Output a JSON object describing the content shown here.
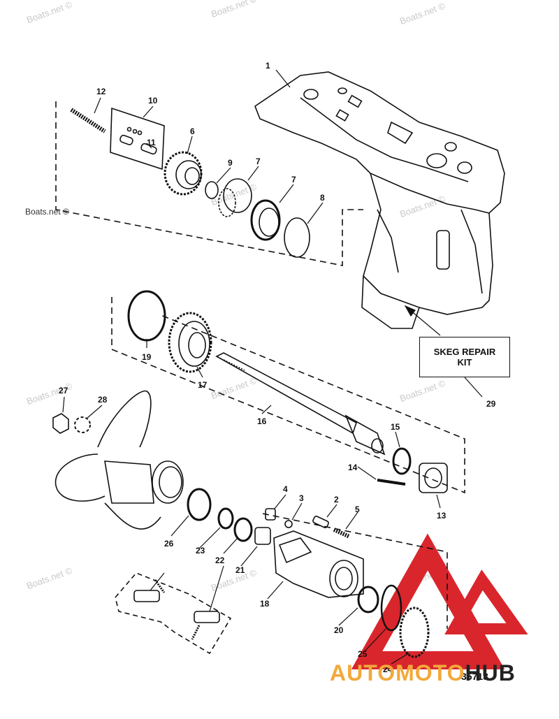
{
  "watermark": "Boats.net ©",
  "figure_number": "35713",
  "skeg_box": {
    "line1": "SKEG REPAIR",
    "line2": "KIT"
  },
  "callouts": [
    "1",
    "12",
    "10",
    "11",
    "6",
    "9",
    "7",
    "7",
    "8",
    "19",
    "17",
    "16",
    "15",
    "14",
    "13",
    "27",
    "28",
    "26",
    "23",
    "22",
    "21",
    "4",
    "3",
    "2",
    "5",
    "18",
    "20",
    "25",
    "24",
    "29"
  ],
  "logo": {
    "part1": "AUTOMOTO",
    "part2": "HUB",
    "triangle_color": "#d9262c",
    "text_color_1": "#f2a93b",
    "text_color_2": "#222222"
  }
}
